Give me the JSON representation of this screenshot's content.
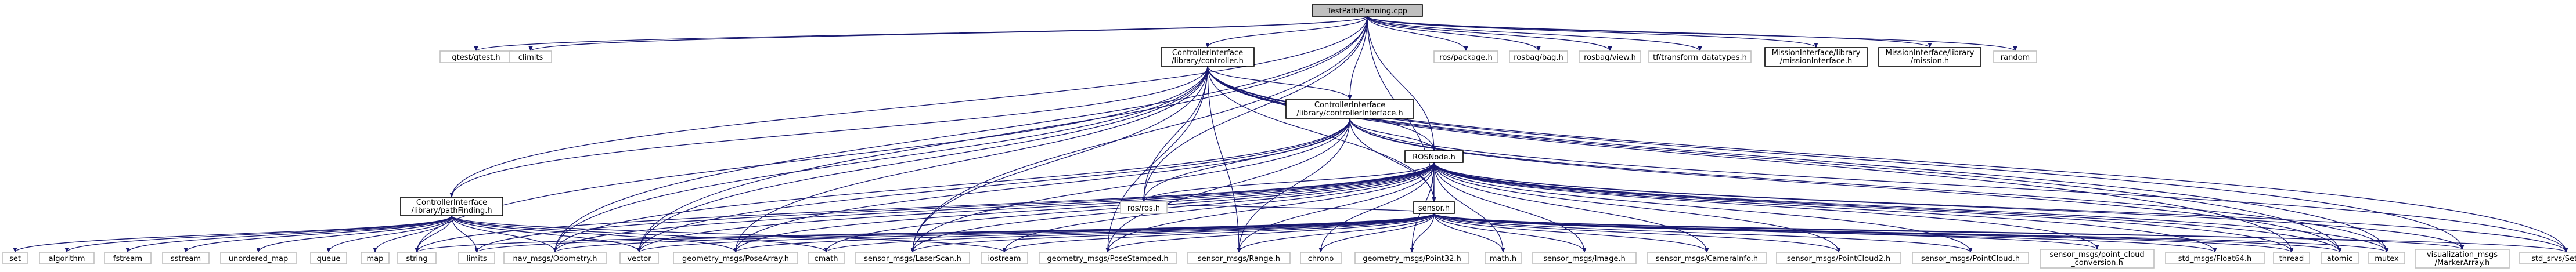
{
  "graph": {
    "root": "TestPathPlanning.cpp",
    "nodes": {
      "root": [
        "TestPathPlanning.cpp"
      ],
      "gtest": [
        "gtest/gtest.h"
      ],
      "climits": [
        "climits"
      ],
      "controller": [
        "ControllerInterface",
        "/library/controller.h"
      ],
      "ros_package": [
        "ros/package.h"
      ],
      "rosbag_bag": [
        "rosbag/bag.h"
      ],
      "rosbag_view": [
        "rosbag/view.h"
      ],
      "tf_transform": [
        "tf/transform_datatypes.h"
      ],
      "mission_iface": [
        "MissionInterface/library",
        "/missionInterface.h"
      ],
      "mission": [
        "MissionInterface/library",
        "/mission.h"
      ],
      "random": [
        "random"
      ],
      "controller_iface": [
        "ControllerInterface",
        "/library/controllerInterface.h"
      ],
      "rosnode": [
        "ROSNode.h"
      ],
      "pathfinding": [
        "ControllerInterface",
        "/library/pathFinding.h"
      ],
      "ros_ros": [
        "ros/ros.h"
      ],
      "sensor": [
        "sensor.h"
      ],
      "set": [
        "set"
      ],
      "algorithm": [
        "algorithm"
      ],
      "fstream": [
        "fstream"
      ],
      "sstream": [
        "sstream"
      ],
      "unordered_map": [
        "unordered_map"
      ],
      "queue": [
        "queue"
      ],
      "map": [
        "map"
      ],
      "string": [
        "string"
      ],
      "limits": [
        "limits"
      ],
      "odometry": [
        "nav_msgs/Odometry.h"
      ],
      "vector": [
        "vector"
      ],
      "posearray": [
        "geometry_msgs/PoseArray.h"
      ],
      "cmath": [
        "cmath"
      ],
      "laserscan": [
        "sensor_msgs/LaserScan.h"
      ],
      "iostream": [
        "iostream"
      ],
      "posestamped": [
        "geometry_msgs/PoseStamped.h"
      ],
      "range": [
        "sensor_msgs/Range.h"
      ],
      "chrono": [
        "chrono"
      ],
      "point32": [
        "geometry_msgs/Point32.h"
      ],
      "mathh": [
        "math.h"
      ],
      "image": [
        "sensor_msgs/Image.h"
      ],
      "camerainfo": [
        "sensor_msgs/CameraInfo.h"
      ],
      "pointcloud2": [
        "sensor_msgs/PointCloud2.h"
      ],
      "pointcloud": [
        "sensor_msgs/PointCloud.h"
      ],
      "pc_conversion": [
        "sensor_msgs/point_cloud",
        "_conversion.h"
      ],
      "float64": [
        "std_msgs/Float64.h"
      ],
      "thread": [
        "thread"
      ],
      "atomic": [
        "atomic"
      ],
      "mutex": [
        "mutex"
      ],
      "markerarray": [
        "visualization_msgs",
        "/MarkerArray.h"
      ],
      "setbool": [
        "std_srvs/SetBool.h"
      ]
    }
  }
}
